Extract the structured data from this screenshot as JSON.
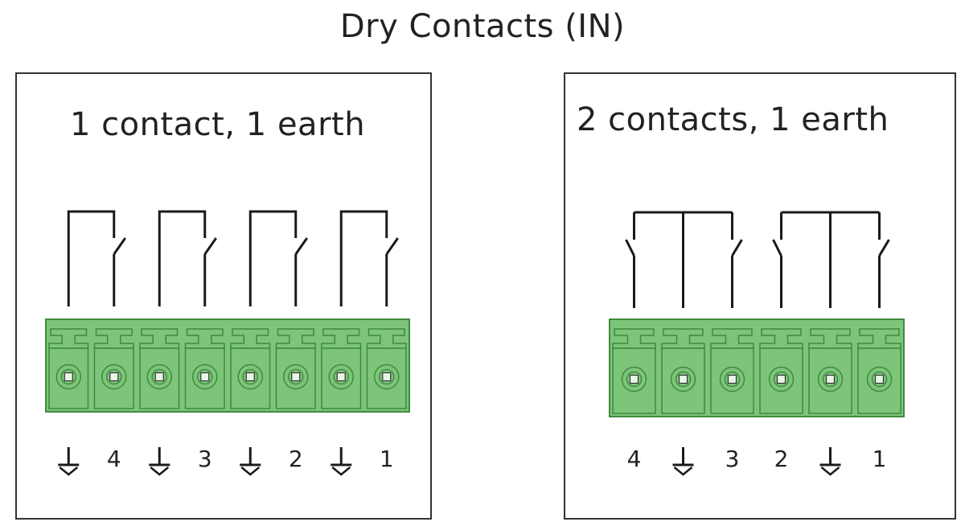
{
  "title": "Dry Contacts (IN)",
  "panels": [
    {
      "title": "1 contact, 1 earth",
      "pins": [
        "earth",
        "4",
        "earth",
        "3",
        "earth",
        "2",
        "earth",
        "1"
      ]
    },
    {
      "title": "2 contacts, 1 earth",
      "pins": [
        "4",
        "earth",
        "3",
        "2",
        "earth",
        "1"
      ]
    }
  ],
  "colors": {
    "connector": "#7dc57b",
    "connector_dark": "#3f8a3f",
    "line": "#1a1a1a"
  }
}
